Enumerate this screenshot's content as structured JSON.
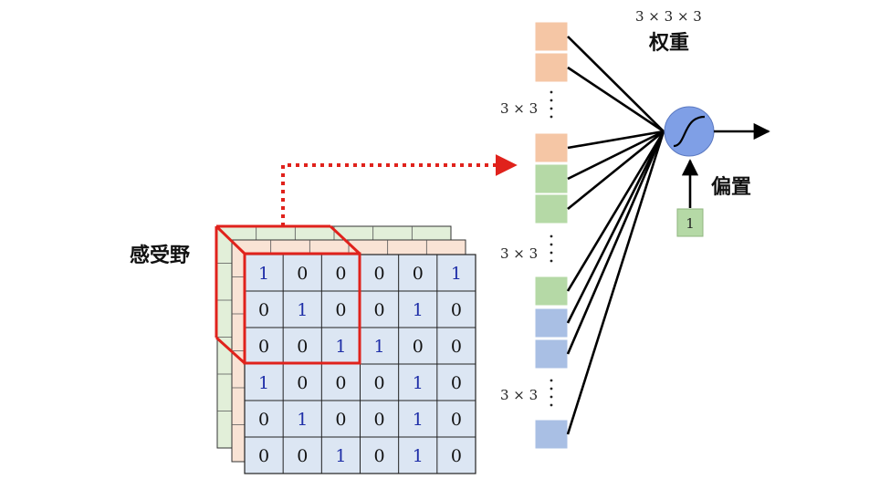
{
  "receptive_field_label": "感受野",
  "weights_label": "权重",
  "weights_dims": "3 × 3 × 3",
  "bias_label": "偏置",
  "bias_input": "1",
  "group_dims": "3 × 3",
  "front_grid": [
    [
      "1",
      "0",
      "0",
      "0",
      "0",
      "1"
    ],
    [
      "0",
      "1",
      "0",
      "0",
      "1",
      "0"
    ],
    [
      "0",
      "0",
      "1",
      "1",
      "0",
      "0"
    ],
    [
      "1",
      "0",
      "0",
      "0",
      "1",
      "0"
    ],
    [
      "0",
      "1",
      "0",
      "0",
      "1",
      "0"
    ],
    [
      "0",
      "0",
      "1",
      "0",
      "1",
      "0"
    ]
  ],
  "colors": {
    "channel_front": "#dce6f3",
    "channel_middle": "#f9e3d5",
    "channel_back": "#e2efd9",
    "weight_orange": "#f5c6a5",
    "weight_green": "#b5d9a6",
    "weight_blue": "#a9bfe4",
    "neuron": "#7f9fe6",
    "highlight": "#e0221c",
    "blue_digit": "#1f2fa8"
  }
}
